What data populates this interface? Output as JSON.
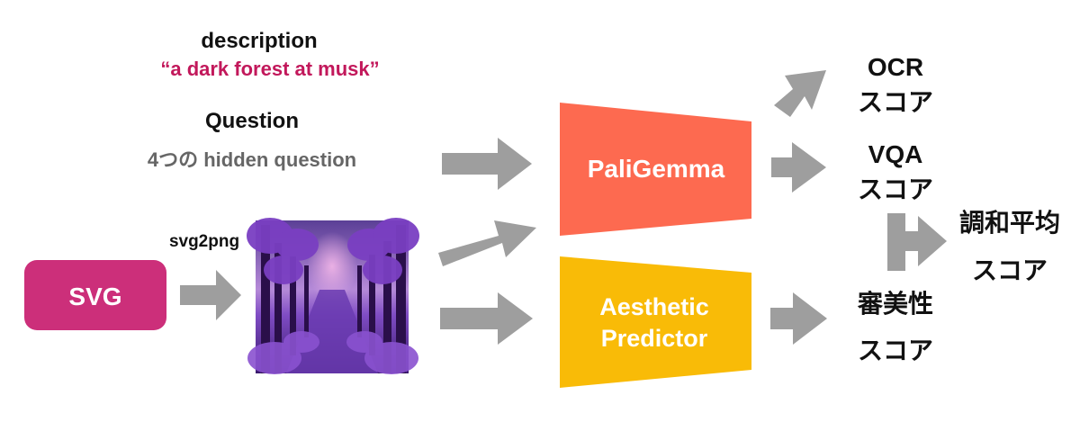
{
  "inputs": {
    "description_label": "description",
    "description_text": "“a dark forest at musk”",
    "question_label": "Question",
    "question_text": "4つの hidden question",
    "svg_label": "SVG",
    "svg2png_label": "svg2png"
  },
  "models": {
    "paligemma_label": "PaliGemma",
    "aesthetic_label_line1": "Aesthetic",
    "aesthetic_label_line2": "Predictor"
  },
  "scores": {
    "ocr_line1": "OCR",
    "ocr_line2": "スコア",
    "vqa_line1": "VQA",
    "vqa_line2": "スコア",
    "aesthetic_line1": "審美性",
    "aesthetic_line2": "スコア",
    "harmonic_line1": "調和平均",
    "harmonic_line2": "スコア"
  },
  "colors": {
    "description_accent": "#c2185b",
    "svg_box": "#cc2f7a",
    "paligemma": "#fd6a50",
    "aesthetic": "#f9bb07",
    "arrow": "#9e9e9e",
    "gray_text": "#666666"
  }
}
